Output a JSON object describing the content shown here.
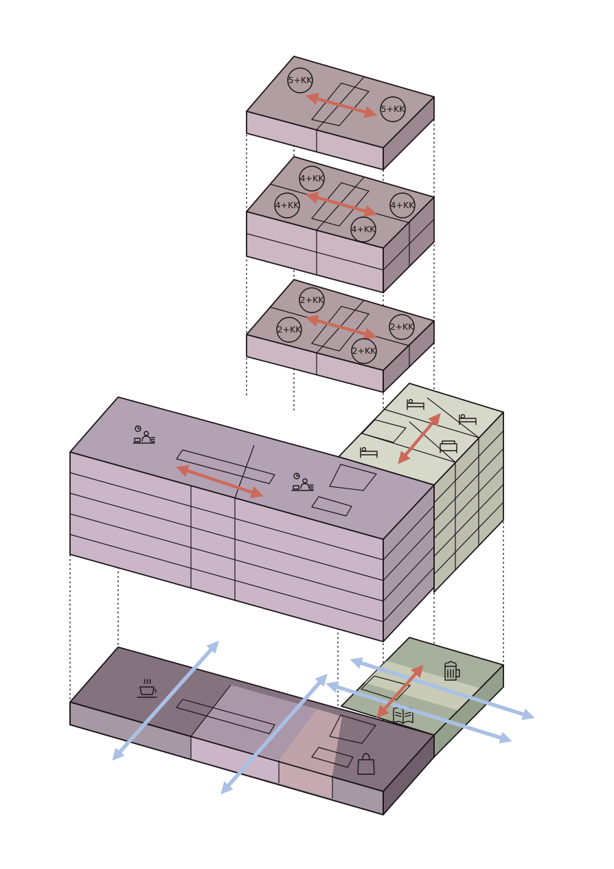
{
  "colors": {
    "residential_top": "#b09ea2",
    "residential_front": "#ccb7c3",
    "residential_side": "#9c8890",
    "office_top": "#b2a2b3",
    "office_front": "#cbb6c8",
    "office_side": "#a99ba5",
    "hotel_top": "#d6d9c9",
    "hotel_front": "#c7c9b9",
    "hotel_side": "#bcbeae",
    "ground_top": "#85727f",
    "ground_front": "#a698a5",
    "green_top": "#a7b09c",
    "core": "#6a5a66",
    "circulation_arrow": "#cc6a5a",
    "public_arrow": "#aac0e4"
  },
  "floor_5kk": {
    "labels": [
      "5+KK",
      "5+KK"
    ]
  },
  "floor_4kk": {
    "labels": [
      "4+KK",
      "4+KK",
      "4+KK",
      "4+KK"
    ]
  },
  "floor_2kk": {
    "labels": [
      "2+KK",
      "2+KK",
      "2+KK",
      "2+KK"
    ]
  },
  "icons": {
    "office": [
      "office-worker-icon",
      "office-worker-icon"
    ],
    "hotel": [
      "bed-icon",
      "bed-icon",
      "bed-icon",
      "sofa-icon"
    ],
    "ground": [
      "coffee-cup-icon",
      "shopping-bag-icon",
      "beer-mug-icon",
      "book-icon"
    ]
  }
}
